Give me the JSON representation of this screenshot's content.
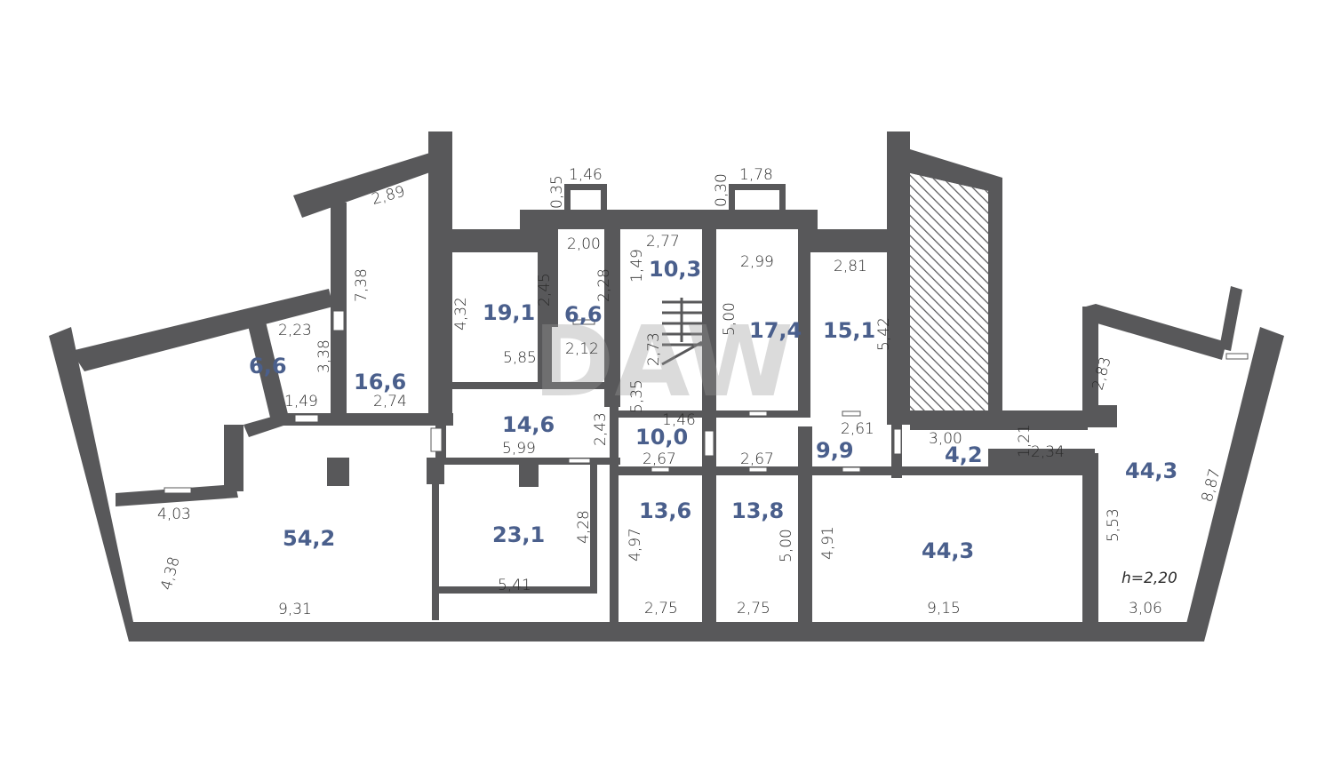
{
  "plan": {
    "colors": {
      "wall": "#58585a",
      "area_text": "#4a5f8c",
      "dim_text": "#2b2b2b",
      "background": "#ffffff"
    },
    "rooms": [
      {
        "id": "r1",
        "area": "54,2",
        "dims": [
          "4,03",
          "4,38",
          "9,31"
        ]
      },
      {
        "id": "r2",
        "area": "6,6",
        "dims": [
          "2,23",
          "3,38",
          "1,49"
        ]
      },
      {
        "id": "r3",
        "area": "16,6",
        "dims": [
          "2,89",
          "7,38",
          "2,74"
        ]
      },
      {
        "id": "r4",
        "area": "19,1",
        "dims": [
          "4,32",
          "2,45",
          "5,85",
          "2,12"
        ]
      },
      {
        "id": "r5",
        "area": "6,6",
        "dims": [
          "2,00",
          "2,28"
        ]
      },
      {
        "id": "r6",
        "area": "10,3",
        "dims": [
          "2,77",
          "1,49",
          "2,73",
          "5,35",
          "1,46"
        ]
      },
      {
        "id": "r7",
        "area": "17,4",
        "dims": [
          "2,99",
          "5,00"
        ]
      },
      {
        "id": "r8",
        "area": "15,1",
        "dims": [
          "2,81",
          "5,42"
        ]
      },
      {
        "id": "r9",
        "area": "14,6",
        "dims": [
          "5,99",
          "2,43"
        ]
      },
      {
        "id": "r10",
        "area": "10,0",
        "dims": [
          "2,67"
        ]
      },
      {
        "id": "r11",
        "area": "9,9",
        "dims": [
          "2,67",
          "2,61"
        ]
      },
      {
        "id": "r12",
        "area": "4,2",
        "dims": [
          "3,00",
          "1,21",
          "2,34"
        ]
      },
      {
        "id": "r13",
        "area": "23,1",
        "dims": [
          "4,28",
          "5,41"
        ]
      },
      {
        "id": "r14",
        "area": "13,6",
        "dims": [
          "4,97",
          "2,75"
        ]
      },
      {
        "id": "r15",
        "area": "13,8",
        "dims": [
          "5,00",
          "2,75"
        ]
      },
      {
        "id": "r16",
        "area": "44,3",
        "dims": [
          "4,91",
          "9,15"
        ]
      },
      {
        "id": "r17",
        "area": "44,3",
        "dims": [
          "2,83",
          "8,87",
          "5,53",
          "3,06"
        ]
      }
    ],
    "niches": [
      {
        "id": "n1",
        "dims": [
          "0,35",
          "1,46"
        ]
      },
      {
        "id": "n2",
        "dims": [
          "0,30",
          "1,78"
        ]
      }
    ],
    "height_note": "h=2,20"
  }
}
